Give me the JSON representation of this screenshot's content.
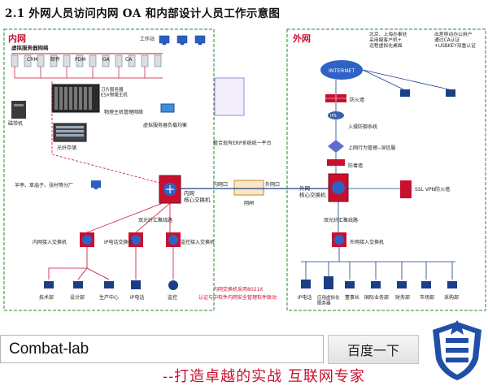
{
  "title": "2.1 外网人员访问内网 OA 和内部设计人员工作示意图",
  "diagram": {
    "zone_internal": "内网",
    "zone_external": "外网",
    "internal": {
      "virtual_server_network": "虚拟服务器网络",
      "workstation": "工作站",
      "host_labels": [
        "CRM",
        "邮件",
        "PDM",
        "OA",
        "CA"
      ],
      "tape_library": "磁带机",
      "san_storage": "光纤存储",
      "san_switch": "刀片服务器\nESX物理主机",
      "host_mgmt_network": "物理主机管理网络",
      "load_balancer": "虚拟服务器负载均衡",
      "erp_platform": "整合现有ERP系统统一平台",
      "dept_group": "羊亭、草庙子、张村等分厂",
      "core_switch": "内网\n核心交换机",
      "dual_fiber": "双光纤汇聚线路",
      "access_switch": "内网接入交换机",
      "ip_phone_switch": "IP电话交换机",
      "monitor_switch": "监控接入交换机",
      "clients": [
        "技术部",
        "设计部",
        "生产中心",
        "IP电话",
        "监控"
      ],
      "note_line1": "内网交换机采用8021X",
      "note_line2": "认证与中软件内网安全管理软件联动"
    },
    "gateway": {
      "inner_port": "内网口",
      "outer_port": "外网口",
      "gap_label": "网闸"
    },
    "external": {
      "internet": "INTERNET",
      "remote_office": "北京、上海办事处\n采用瘦客户机+\n远程虚拟化桌面",
      "mobile_office": "出差移动办公用户\n通过CA认证\n+USBKEY双重认证",
      "firewall": "防火墙",
      "ips": "IPS",
      "ids": "入侵防御系统",
      "behavior_mgmt": "上网行为管理--深信服",
      "antivirus": "防毒墙",
      "core_switch": "外网\n核心交换机",
      "ssl_vpn": "SSL VPN防火墙",
      "dual_fiber": "双光纤汇聚线路",
      "access_switch": "外网接入交换机",
      "clients": [
        "IP电话",
        "应用虚拟化\n服务器",
        "董事长",
        "国际业务部",
        "财务部",
        "市场部",
        "采购部"
      ]
    }
  },
  "search": {
    "input_value": "Combat-lab",
    "button_label": "百度一下"
  },
  "slogan": "--打造卓越的实战 互联网专家"
}
